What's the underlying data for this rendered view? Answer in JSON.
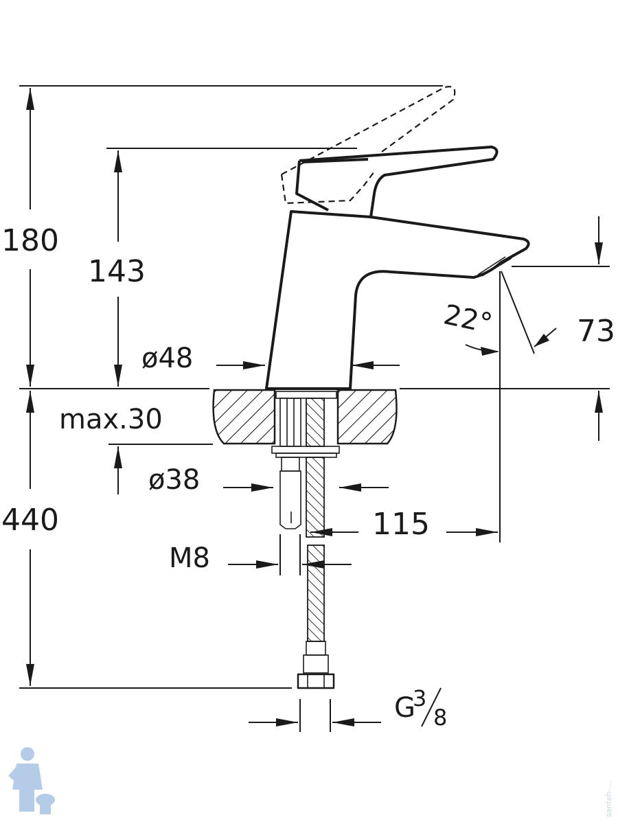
{
  "dimensions": {
    "height_total": "180",
    "height_spout": "143",
    "base_diameter": "ø48",
    "deck_thickness": "max.30",
    "hole_diameter": "ø38",
    "below_deck_length": "440",
    "spout_reach": "115",
    "thread_stud": "M8",
    "outlet_angle": "22°",
    "outlet_height": "73",
    "connection_thread": "G",
    "connection_num": "3",
    "connection_den": "8"
  },
  "watermark": {
    "side_text": "santeh-…"
  },
  "colors": {
    "line": "#1a1a1a",
    "logo": "#a9c4e4"
  }
}
